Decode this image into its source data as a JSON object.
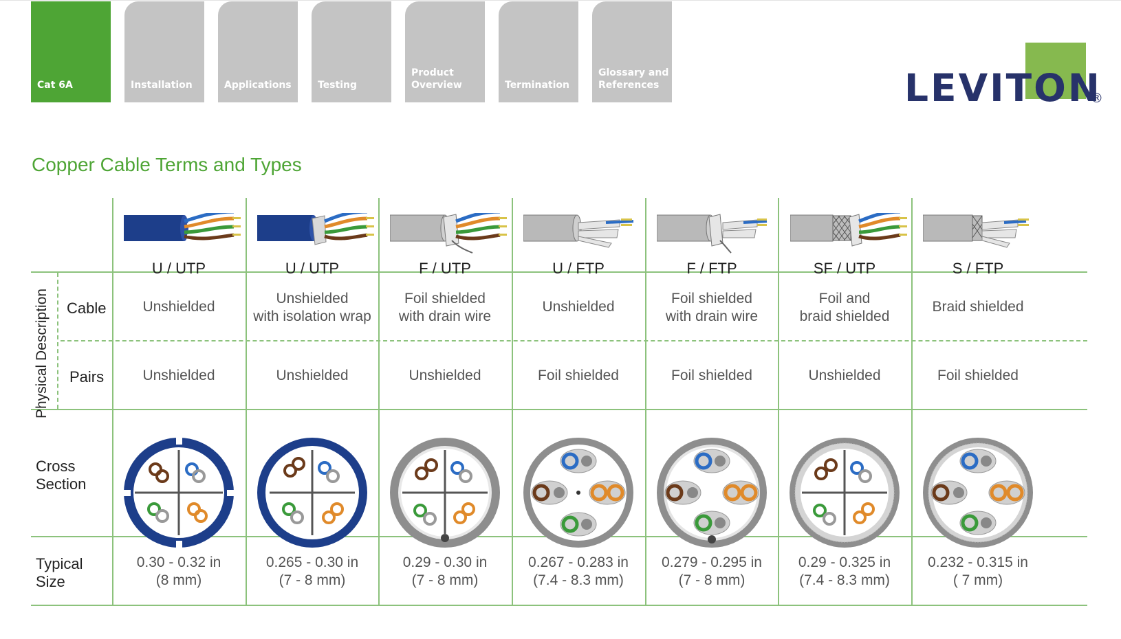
{
  "tabs": [
    {
      "label": "Cat 6A",
      "active": true
    },
    {
      "label": "Installation",
      "active": false
    },
    {
      "label": "Applications",
      "active": false
    },
    {
      "label": "Testing",
      "active": false
    },
    {
      "label": "Product\nOverview",
      "active": false
    },
    {
      "label": "Termination",
      "active": false
    },
    {
      "label": "Glossary and\nReferences",
      "active": false
    }
  ],
  "logo": {
    "text": "LEVITON",
    "reg": "®"
  },
  "page_title": "Copper Cable Terms and Types",
  "row_labels": {
    "physical_description": "Physical Description",
    "cable": "Cable",
    "pairs": "Pairs",
    "cross_section_1": "Cross",
    "cross_section_2": "Section",
    "typical_size_1": "Typical",
    "typical_size_2": "Size"
  },
  "columns": [
    {
      "name": "U / UTP",
      "cable": "Unshielded",
      "pairs": "Unshielded",
      "size": "0.30 - 0.32 in\n(8 mm)",
      "icon": "cable-utp-icon"
    },
    {
      "name": "U / UTP",
      "cable": "Unshielded\nwith isolation wrap",
      "pairs": "Unshielded",
      "size": "0.265 - 0.30 in\n(7 - 8 mm)",
      "icon": "cable-utp-wrap-icon"
    },
    {
      "name": "F / UTP",
      "cable": "Foil shielded\nwith drain wire",
      "pairs": "Unshielded",
      "size": "0.29 - 0.30 in\n(7 - 8 mm)",
      "icon": "cable-futp-icon"
    },
    {
      "name": "U / FTP",
      "cable": "Unshielded",
      "pairs": "Foil shielded",
      "size": "0.267 - 0.283 in\n(7.4 - 8.3 mm)",
      "icon": "cable-uftp-icon"
    },
    {
      "name": "F / FTP",
      "cable": "Foil shielded\nwith drain wire",
      "pairs": "Foil shielded",
      "size": "0.279 - 0.295 in\n(7 - 8 mm)",
      "icon": "cable-fftp-icon"
    },
    {
      "name": "SF / UTP",
      "cable": "Foil and\nbraid shielded",
      "pairs": "Unshielded",
      "size": "0.29 - 0.325 in\n(7.4 - 8.3 mm)",
      "icon": "cable-sfutp-icon"
    },
    {
      "name": "S / FTP",
      "cable": "Braid shielded",
      "pairs": "Foil shielded",
      "size": "0.232 - 0.315 in\n( 7 mm)",
      "icon": "cable-sftp-icon"
    }
  ],
  "colors": {
    "accent_green": "#4ea535",
    "tab_gray": "#c4c4c4",
    "grid_green": "#8cc27c",
    "logo_navy": "#27326a",
    "logo_square": "#86b94f",
    "jacket_blue": "#1d3e8a",
    "jacket_gray": "#b9b9b9"
  }
}
